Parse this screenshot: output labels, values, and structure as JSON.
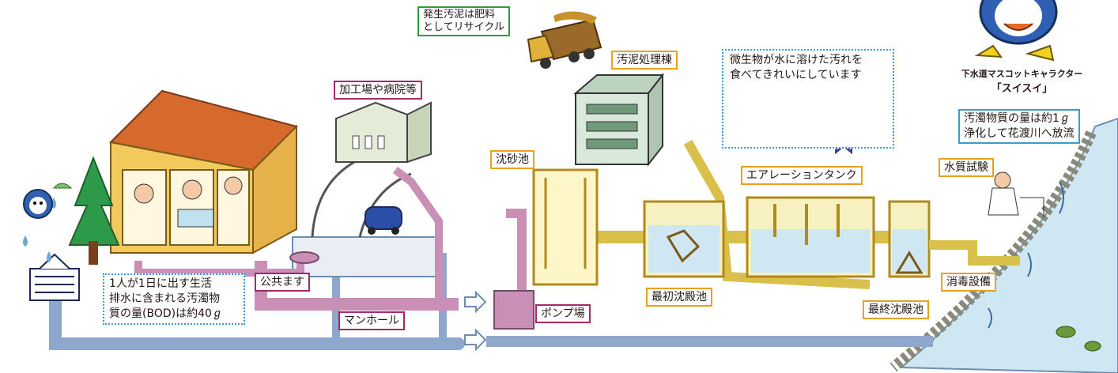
{
  "labels": {
    "sludge_recycle": [
      "発生汚泥は肥料",
      "としてリサイクル"
    ],
    "sludge_building": "汚泥処理棟",
    "microbes": [
      "微生物が水に溶けた汚れを",
      "食べてきれいにしています"
    ],
    "factory": "加工場や病院等",
    "grit_chamber": "沈砂池",
    "aeration_tank": "エアレーションタンク",
    "water_test": "水質試験",
    "purified": [
      "汚濁物質の量は約1ℊ",
      "浄化して花渡川へ放流"
    ],
    "public_basin": "公共ます",
    "bod_note": [
      "1人が1日に出す生活",
      "排水に含まれる汚濁物",
      "質の量(BOD)は約40ℊ"
    ],
    "manhole": "マンホール",
    "pump_station": "ポンプ場",
    "primary_settling": "最初沈殿池",
    "final_settling": "最終沈殿池",
    "disinfection": "消毒設備"
  },
  "mascot": {
    "caption_line1": "下水道マスコットキャラクター",
    "caption_line2": "「スイスイ」"
  },
  "colors": {
    "sewage_pipe": "#c98fb5",
    "treatment_pipe": "#d9c04a",
    "rain_pipe": "#8ea7cc",
    "orange_border": "#e8a21e",
    "magenta_border": "#a3296a",
    "green_border": "#2f9b3a",
    "blue_border": "#3a9bd5"
  }
}
